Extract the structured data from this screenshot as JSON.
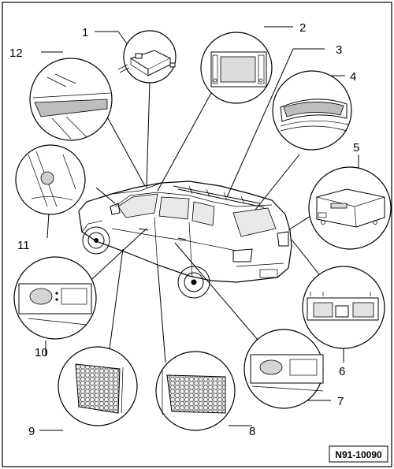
{
  "diagram": {
    "reference_code": "N91-10090",
    "callouts": [
      {
        "id": "1",
        "label": "1"
      },
      {
        "id": "2",
        "label": "2"
      },
      {
        "id": "3",
        "label": "3"
      },
      {
        "id": "4",
        "label": "4"
      },
      {
        "id": "5",
        "label": "5"
      },
      {
        "id": "6",
        "label": "6"
      },
      {
        "id": "7",
        "label": "7"
      },
      {
        "id": "8",
        "label": "8"
      },
      {
        "id": "9",
        "label": "9"
      },
      {
        "id": "10",
        "label": "10"
      },
      {
        "id": "11",
        "label": "11"
      },
      {
        "id": "12",
        "label": "12"
      }
    ]
  }
}
